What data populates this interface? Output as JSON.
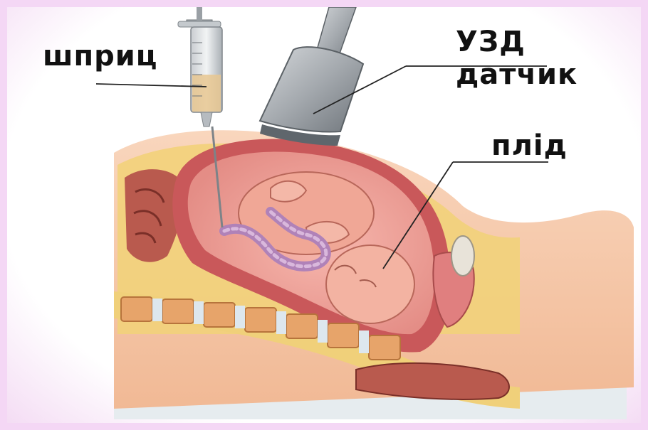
{
  "labels": {
    "syringe": "шприц",
    "ultrasound_probe": "УЗД датчик",
    "fetus": "плід"
  },
  "colors": {
    "background": "#ffffff",
    "border": "#f4d7f5",
    "skin": "#f6c8a9",
    "uterus_wall": "#c9585a",
    "amniotic": "#f4a8a0",
    "fat": "#f2d27a",
    "spine_bone": "#e7a46a",
    "probe": "#9ea3a8",
    "leader_line": "#222222"
  },
  "icons": [
    "syringe-icon",
    "ultrasound-probe-icon",
    "fetus-illustration",
    "umbilical-cord"
  ]
}
